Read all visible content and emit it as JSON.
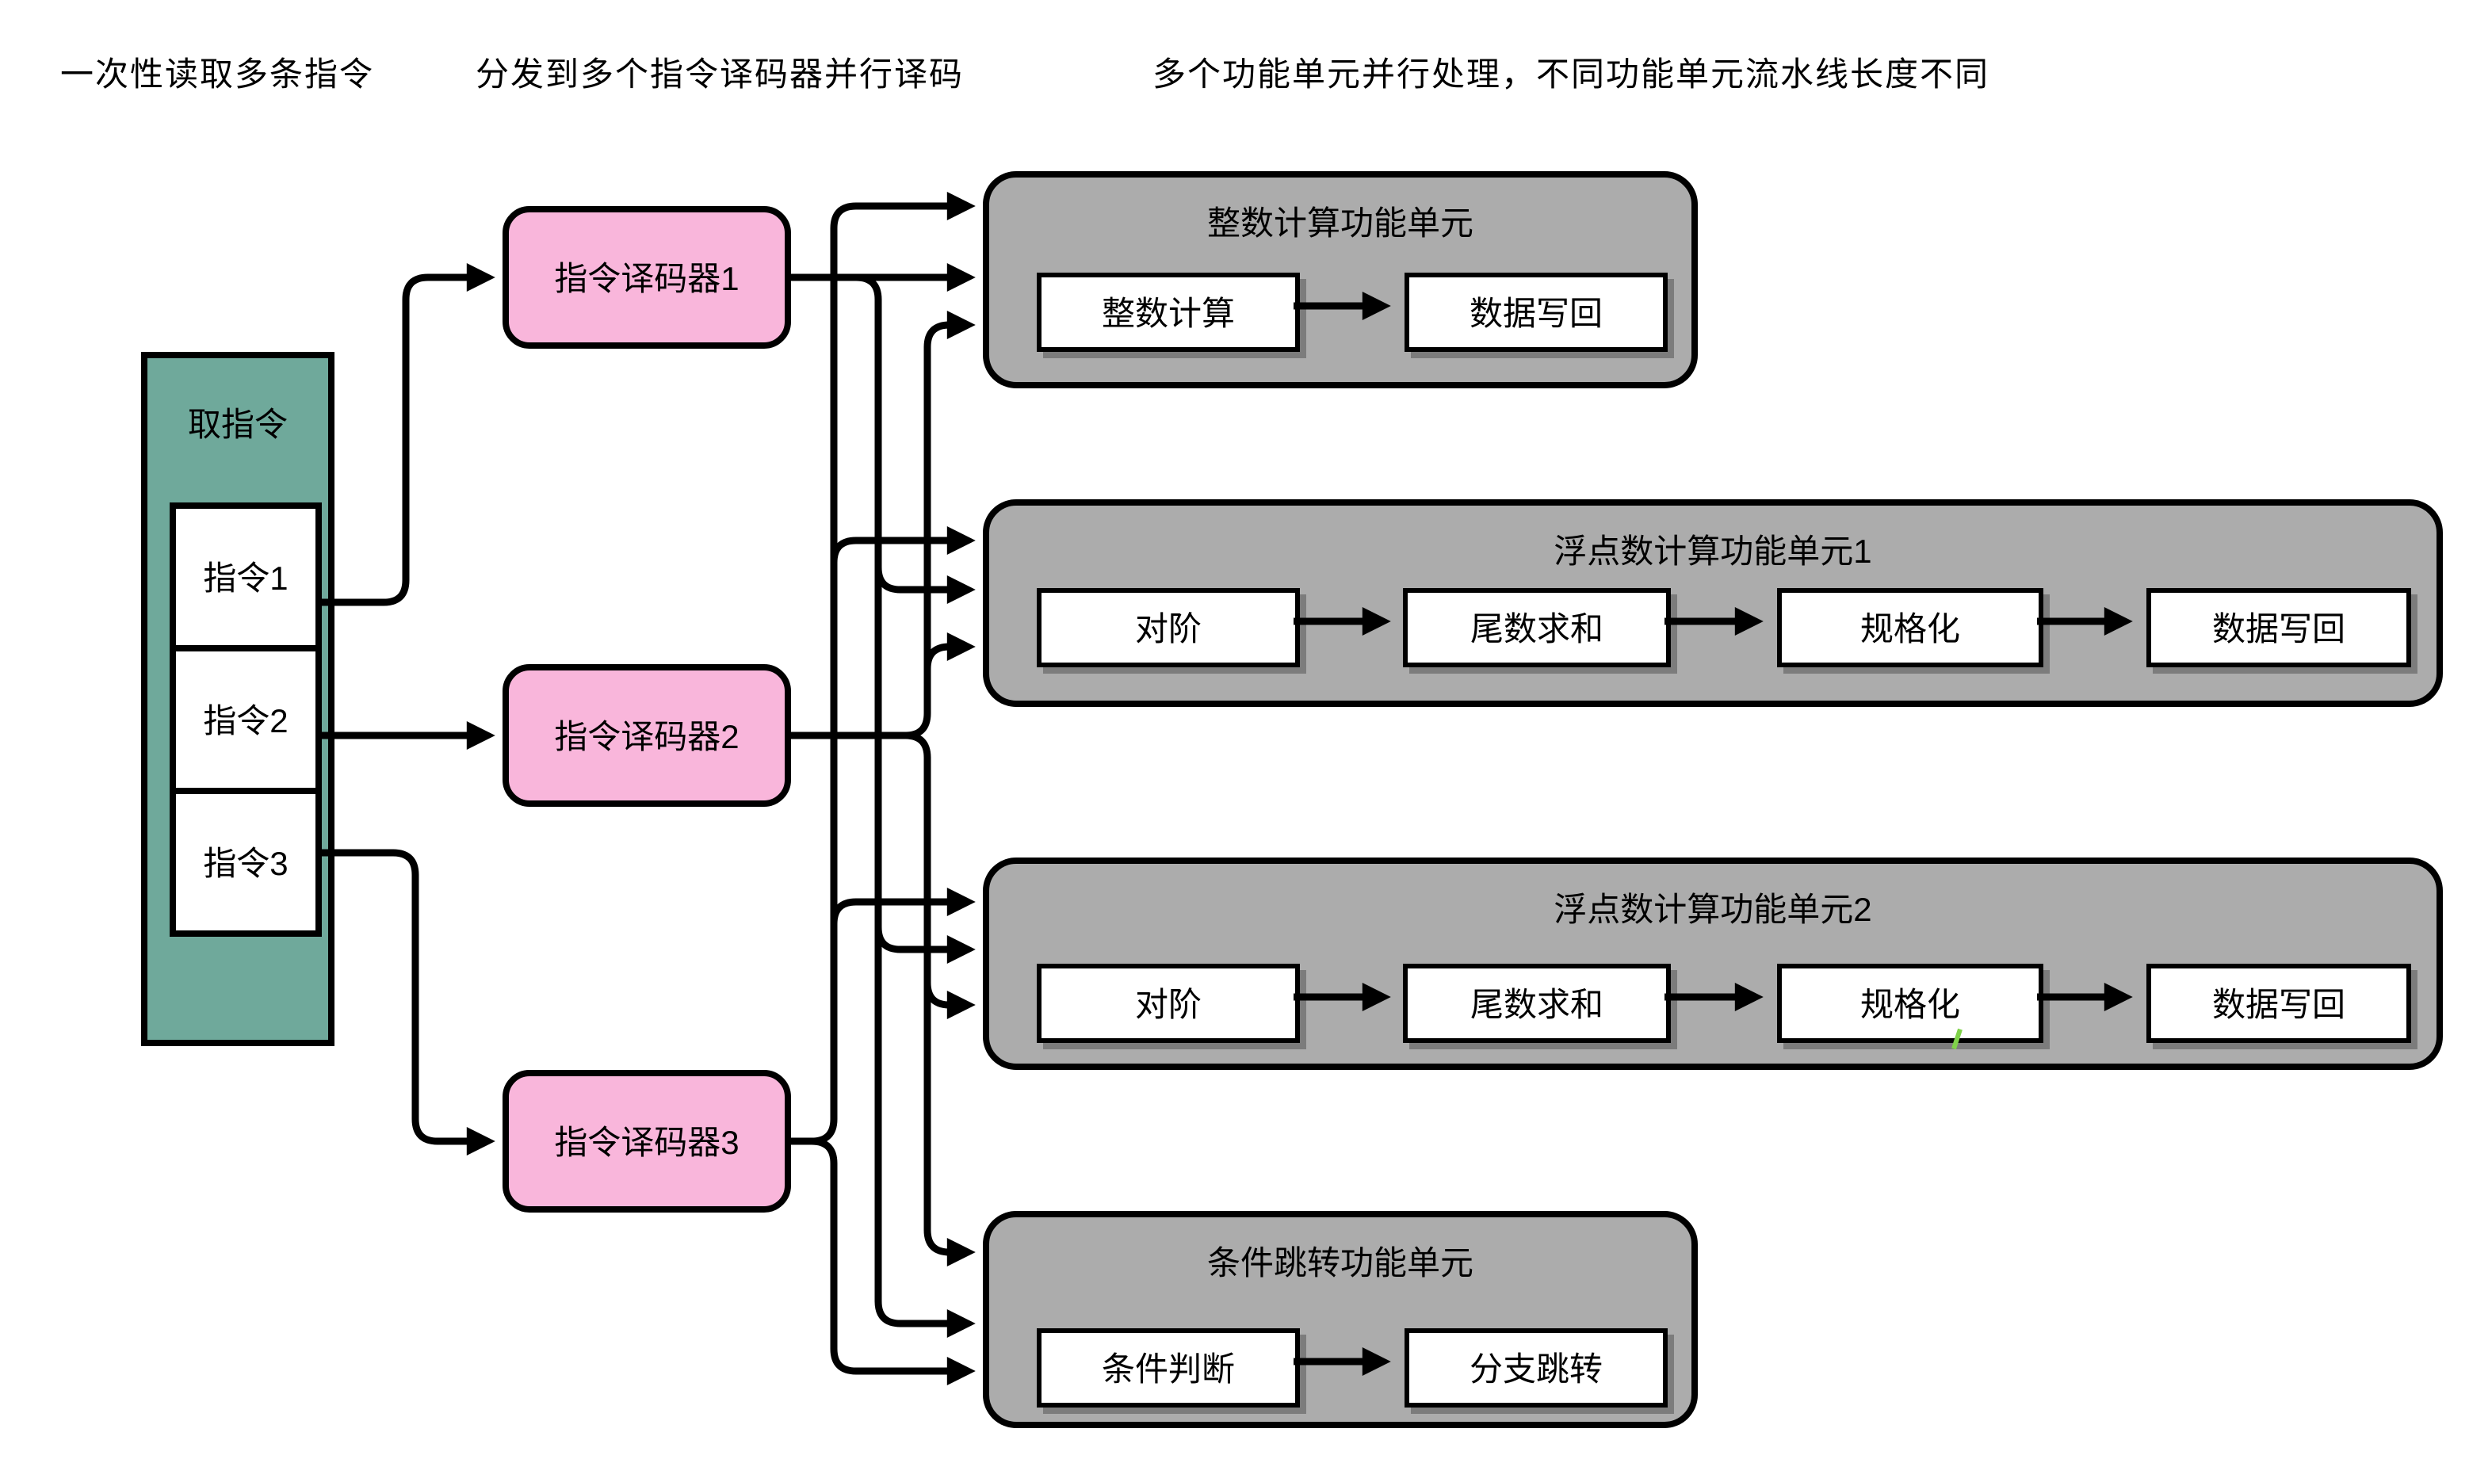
{
  "annotations": {
    "fetch_note": "一次性读取多条指令",
    "decode_note": "分发到多个指令译码器并行译码",
    "execute_note": "多个功能单元并行处理，不同功能单元流水线长度不同"
  },
  "fetch_unit": {
    "title": "取指令",
    "instructions": [
      "指令1",
      "指令2",
      "指令3"
    ]
  },
  "decoders": [
    {
      "label": "指令译码器1"
    },
    {
      "label": "指令译码器2"
    },
    {
      "label": "指令译码器3"
    }
  ],
  "functional_units": [
    {
      "title": "整数计算功能单元",
      "stages": [
        "整数计算",
        "数据写回"
      ]
    },
    {
      "title": "浮点数计算功能单元1",
      "stages": [
        "对阶",
        "尾数求和",
        "规格化",
        "数据写回"
      ]
    },
    {
      "title": "浮点数计算功能单元2",
      "stages": [
        "对阶",
        "尾数求和",
        "规格化",
        "数据写回"
      ]
    },
    {
      "title": "条件跳转功能单元",
      "stages": [
        "条件判断",
        "分支跳转"
      ]
    }
  ],
  "colors": {
    "background": "#FFFFFF",
    "fetch-fill": "#6FA99B",
    "decoder-fill": "#F9B6DB",
    "unit-fill": "#ACACAC",
    "stage-fill": "#FFFFFF",
    "line": "#000000",
    "text": "#000000",
    "artifact": "#7FD24A"
  }
}
